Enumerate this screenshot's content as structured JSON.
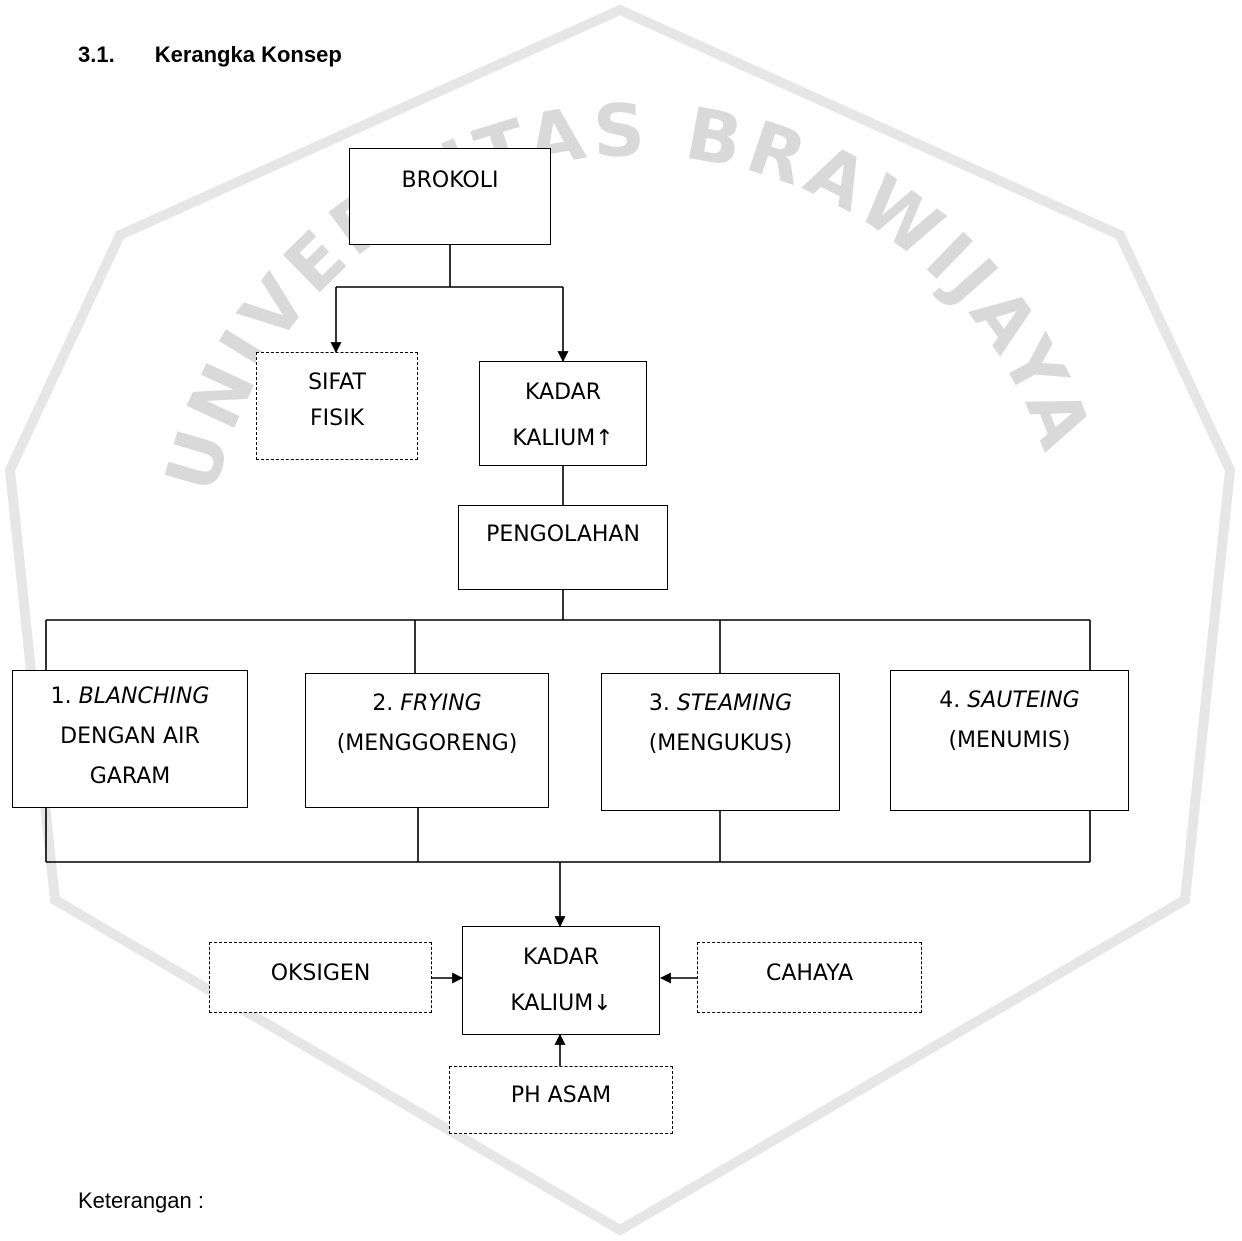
{
  "heading": {
    "number": "3.1.",
    "title": "Kerangka Konsep"
  },
  "watermark": {
    "text": "UNIVERSITAS BRAWIJAYA",
    "color": "#d9d9d9"
  },
  "nodes": {
    "brokoli": {
      "text": "BROKOLI"
    },
    "sifat_fisik": {
      "line1": "SIFAT",
      "line2": "FISIK"
    },
    "kadar_kalium_up": {
      "line1": "KADAR",
      "line2": "KALIUM↑"
    },
    "pengolahan": {
      "text": "PENGOLAHAN"
    },
    "blanching": {
      "number": "1. ",
      "name": "BLANCHING",
      "line2": "DENGAN AIR",
      "line3": "GARAM"
    },
    "frying": {
      "number": "2. ",
      "name": "FRYING",
      "line2": "(MENGGORENG)"
    },
    "steaming": {
      "number": "3. ",
      "name": "STEAMING",
      "line2": "(MENGUKUS)"
    },
    "sauteing": {
      "number": "4. ",
      "name": "SAUTEING",
      "line2": "(MENUMIS)"
    },
    "kadar_kalium_down": {
      "line1": "KADAR",
      "line2": "KALIUM↓"
    },
    "oksigen": {
      "text": "OKSIGEN"
    },
    "cahaya": {
      "text": "CAHAYA"
    },
    "ph_asam": {
      "text": "PH ASAM"
    }
  },
  "legend": {
    "text": "Keterangan :"
  }
}
